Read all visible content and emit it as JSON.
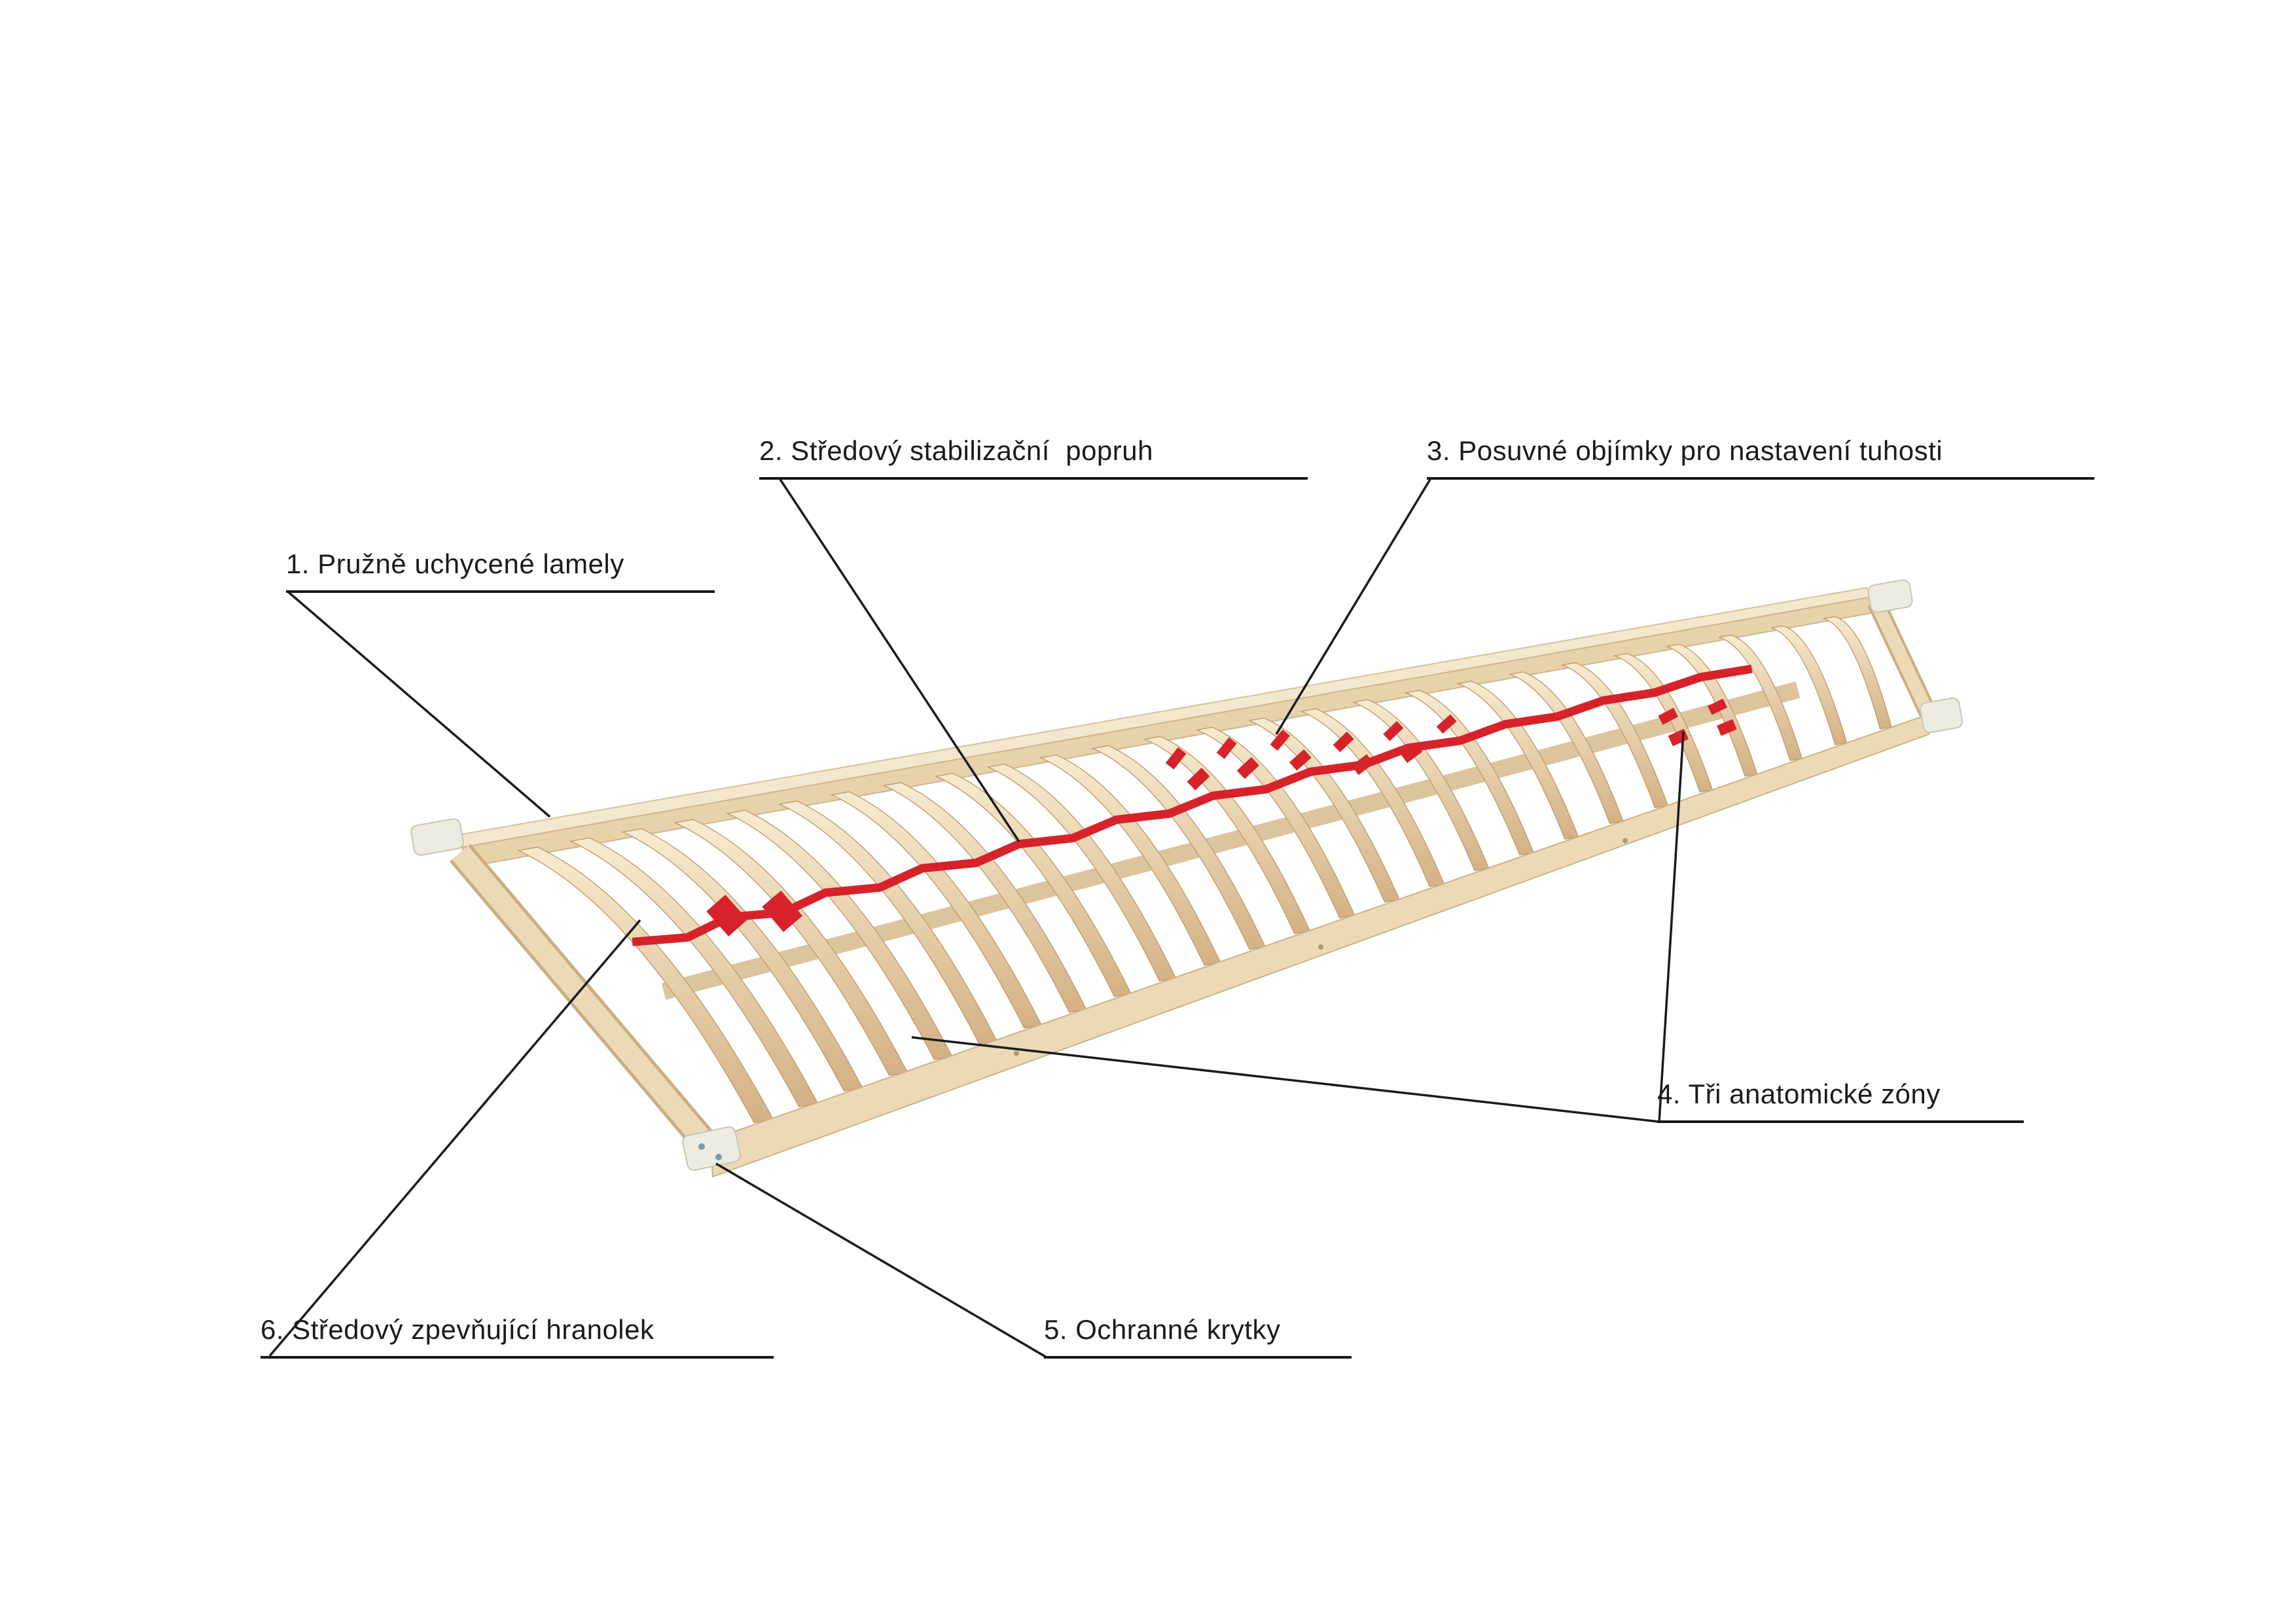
{
  "diagram": {
    "subject": "slatted-bed-base",
    "labels": [
      {
        "id": "1",
        "text": "1. Pružně uchycené lamely"
      },
      {
        "id": "2",
        "text": "2. Středový stabilizační  popruh"
      },
      {
        "id": "3",
        "text": "3. Posuvné objímky pro nastavení tuhosti"
      },
      {
        "id": "4",
        "text": "4. Tři anatomické zóny"
      },
      {
        "id": "5",
        "text": "5. Ochranné krytky"
      },
      {
        "id": "6",
        "text": "6. Středový zpevňující hranolek"
      }
    ],
    "colors": {
      "leader": "#1b1b1b",
      "text": "#1b1b1b",
      "strap": "#d7222a",
      "wood_light": "#f7ebcf",
      "wood_shadow": "#d4b184",
      "rail_fill": "#ecd9b6",
      "rail_edge": "#c9ae82",
      "far_lip": "#f3e7cd",
      "far_rail": "#e6d2ab",
      "batten": "#dcc49c",
      "cap": "#edece3"
    }
  }
}
